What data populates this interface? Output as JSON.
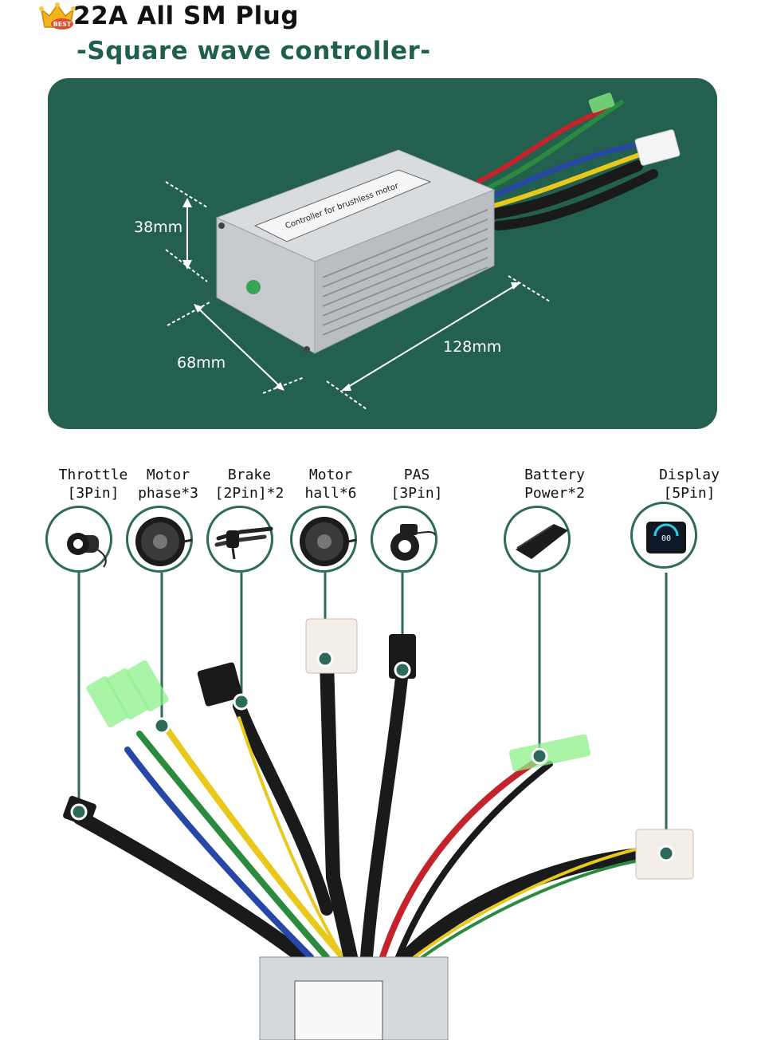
{
  "header": {
    "badge_text": "BEST",
    "title": "22A All SM Plug",
    "subtitle": "-Square wave controller-"
  },
  "product_panel": {
    "label_text": "Controller for brushless motor",
    "dimensions": {
      "height": "38mm",
      "width": "68mm",
      "length": "128mm"
    }
  },
  "connectors": [
    {
      "line1": "Throttle",
      "line2": "[3Pin]",
      "icon": "throttle-icon"
    },
    {
      "line1": "Motor",
      "line2": "phase*3",
      "icon": "hub-motor-icon"
    },
    {
      "line1": "Brake",
      "line2": "[2Pin]*2",
      "icon": "brake-lever-icon"
    },
    {
      "line1": "Motor",
      "line2": "hall*6",
      "icon": "hub-motor-icon"
    },
    {
      "line1": "PAS",
      "line2": "[3Pin]",
      "icon": "pas-sensor-icon"
    },
    {
      "line1": "Battery",
      "line2": "Power*2",
      "icon": "battery-icon"
    },
    {
      "line1": "Display",
      "line2": "[5Pin]",
      "icon": "display-icon"
    }
  ],
  "display_icon_readout": "00",
  "colors": {
    "brand_green": "#23604f",
    "accent_green": "#2d6a5a",
    "wire_red": "#c4232b",
    "wire_yellow": "#e8c81a",
    "wire_green": "#2b8a3e",
    "wire_blue": "#2747a8"
  }
}
